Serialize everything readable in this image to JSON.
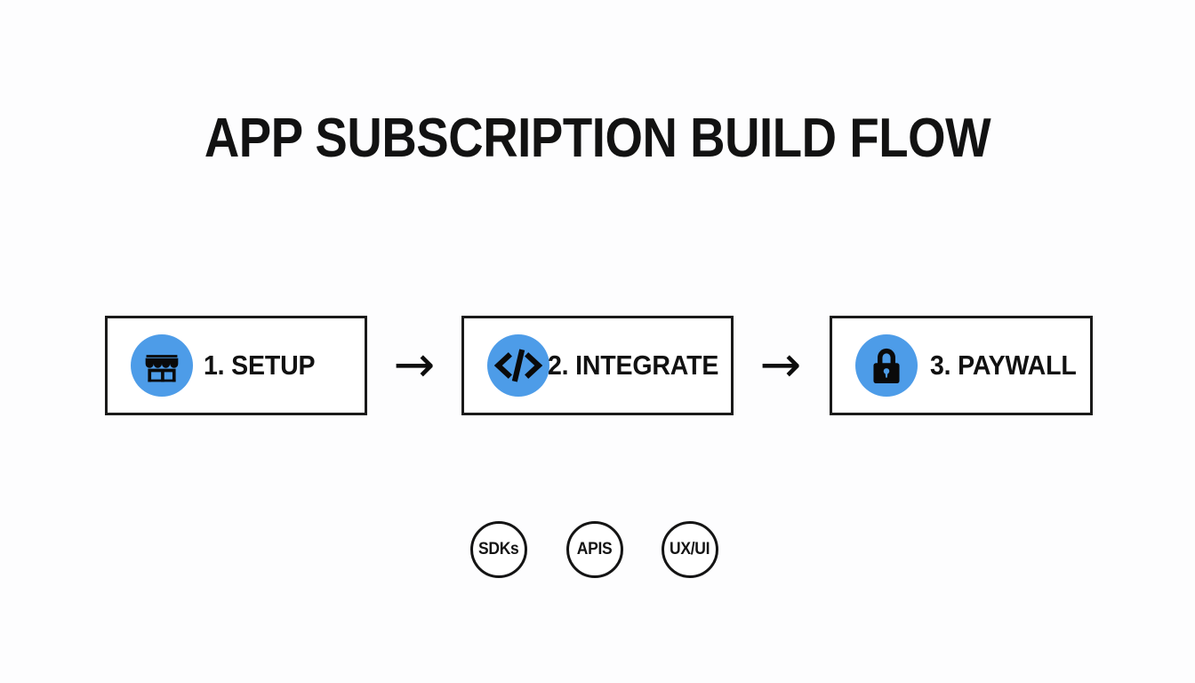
{
  "slide": {
    "title": "APP SUBSCRIPTION BUILD FLOW",
    "background_color": "#fdfdfe",
    "accent_color": "#4d9ce8",
    "ink_color": "#111111"
  },
  "flow": {
    "arrow_glyph": "→",
    "steps": [
      {
        "label": "1. SETUP",
        "icon": "storefront-icon",
        "badge_color": "#4d9ce8"
      },
      {
        "label": "2. INTEGRATE",
        "icon": "code-icon",
        "badge_color": "#4d9ce8"
      },
      {
        "label": "3. PAYWALL",
        "icon": "lock-icon",
        "badge_color": "#4d9ce8"
      }
    ]
  },
  "tags": [
    {
      "label": "SDKs"
    },
    {
      "label": "APIS"
    },
    {
      "label": "UX/UI"
    }
  ]
}
